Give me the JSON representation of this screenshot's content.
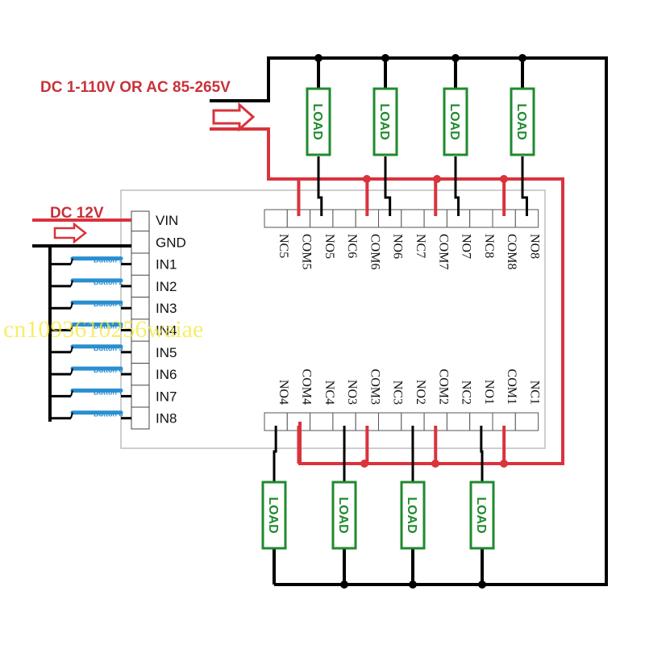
{
  "supply": {
    "relay_power": "DC 1-110V OR AC 85-265V",
    "module_power": "DC 12V"
  },
  "pins": [
    "VIN",
    "GND",
    "IN1",
    "IN2",
    "IN3",
    "IN4",
    "IN5",
    "IN6",
    "IN7",
    "IN8"
  ],
  "buttons": [
    "Button 1",
    "Button 2",
    "Button 3",
    "Button 4",
    "Button 5",
    "Button 6",
    "Button 7",
    "Button 8"
  ],
  "top_terminals": [
    "NC5",
    "COM5",
    "NO5",
    "NC6",
    "COM6",
    "NO6",
    "NC7",
    "COM7",
    "NO7",
    "NC8",
    "COM8",
    "NO8"
  ],
  "bottom_terminals": [
    "NO4",
    "COM4",
    "NC4",
    "NO3",
    "COM3",
    "NC3",
    "NO2",
    "COM2",
    "NC2",
    "NO1",
    "COM1",
    "NC1"
  ],
  "load_label": "LOAD",
  "watermark": "cn1093610256waiae",
  "colors": {
    "wire_red": "#d9333c",
    "wire_black": "#000000",
    "load_green": "#1f8a2e",
    "button_blue": "#2a8fd0",
    "watermark": "#f2e93a"
  }
}
